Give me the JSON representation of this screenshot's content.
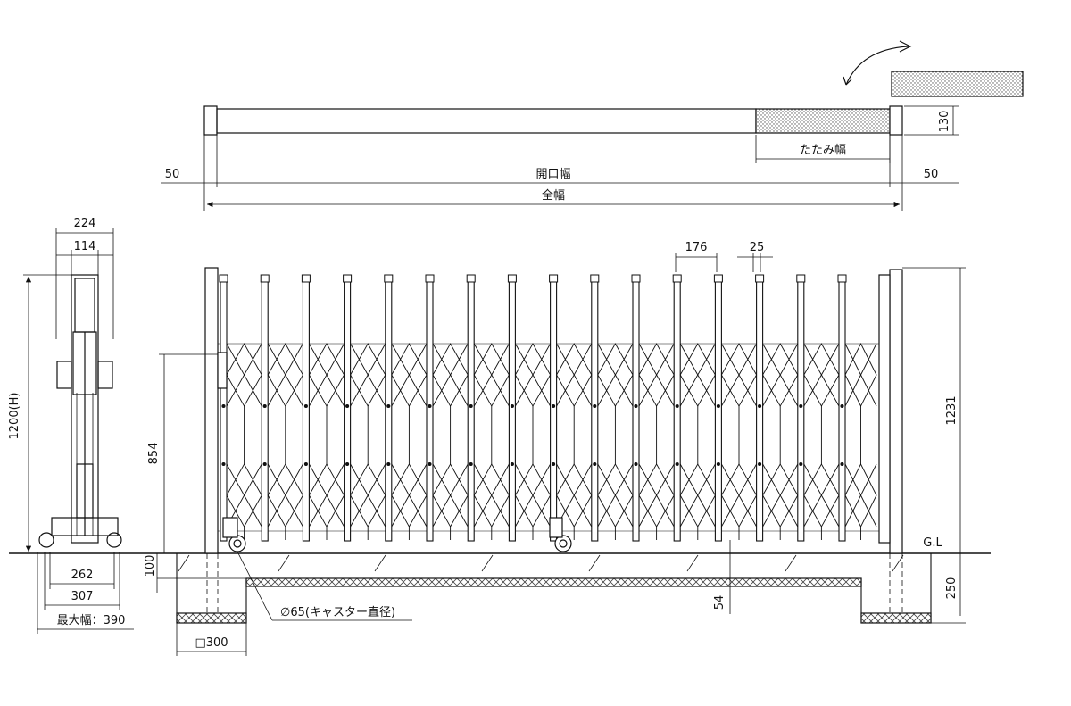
{
  "top_view": {
    "dim_depth": "130",
    "dim_folded": "たたみ幅",
    "dim_opening": "開口幅",
    "dim_total": "全幅",
    "dim_side_left": "50",
    "dim_side_right": "50"
  },
  "side_view": {
    "dim_224": "224",
    "dim_114": "114",
    "dim_height": "1200(H)",
    "dim_262": "262",
    "dim_307": "307",
    "dim_max_width": "最大幅：390"
  },
  "front_view": {
    "dim_pitch": "176",
    "dim_bar": "25",
    "dim_handle_height": "854",
    "dim_overall_height": "1231",
    "ground_label": "G.L",
    "dim_100": "100",
    "dim_54": "54",
    "dim_250": "250",
    "foundation": "□300",
    "caster": "∅65(キャスター直径)"
  },
  "colors": {
    "line": "#111111",
    "hatch": "#555555",
    "dot_fill": "#999999"
  }
}
